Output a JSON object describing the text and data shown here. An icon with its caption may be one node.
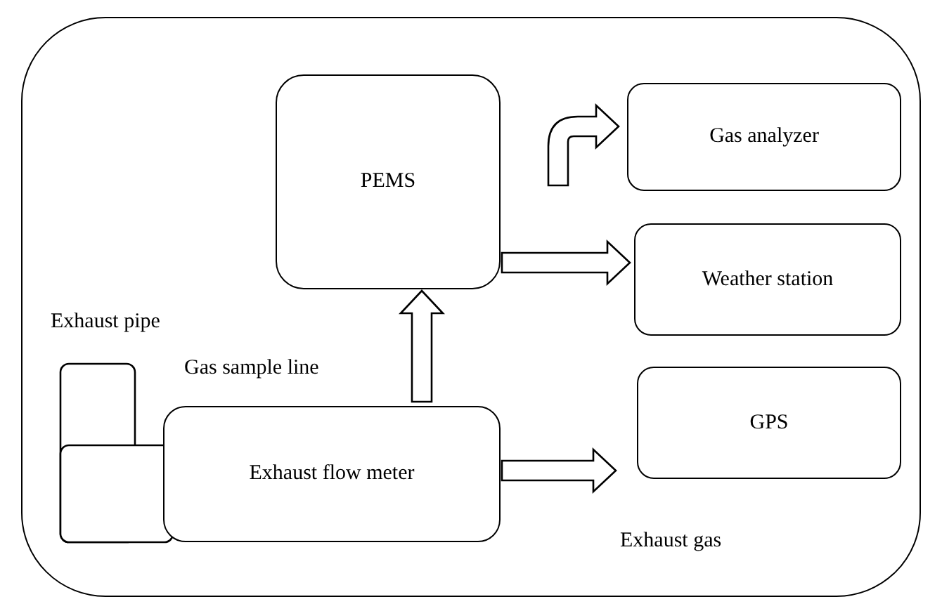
{
  "diagram": {
    "nodes": [
      {
        "text": [],
        "shape": "box"
      },
      {
        "text": [
          "PEMS"
        ],
        "in": 0
      },
      {
        "text": [
          "Gas analyzer"
        ],
        "in": 0
      },
      {
        "text": [
          "Weather station"
        ],
        "in": 0
      },
      {
        "text": [
          "GPS"
        ],
        "in": 0
      },
      {
        "text": [
          "Exhaust pipe"
        ],
        "in": 0
      },
      {
        "text": [
          "Exhaust flow meter"
        ],
        "in": 0
      },
      {
        "text": [
          "Exhaust gas"
        ],
        "in": 0
      }
    ],
    "edges": [
      {
        "from": 6,
        "to": 1,
        "arrow": "to",
        "label": "Gas sample line"
      },
      {
        "from": 1,
        "to": 2,
        "arrow": "to"
      },
      {
        "from": 1,
        "to": 3,
        "arrow": "to"
      },
      {
        "from": 6,
        "to": 7,
        "arrow": "to"
      }
    ]
  }
}
